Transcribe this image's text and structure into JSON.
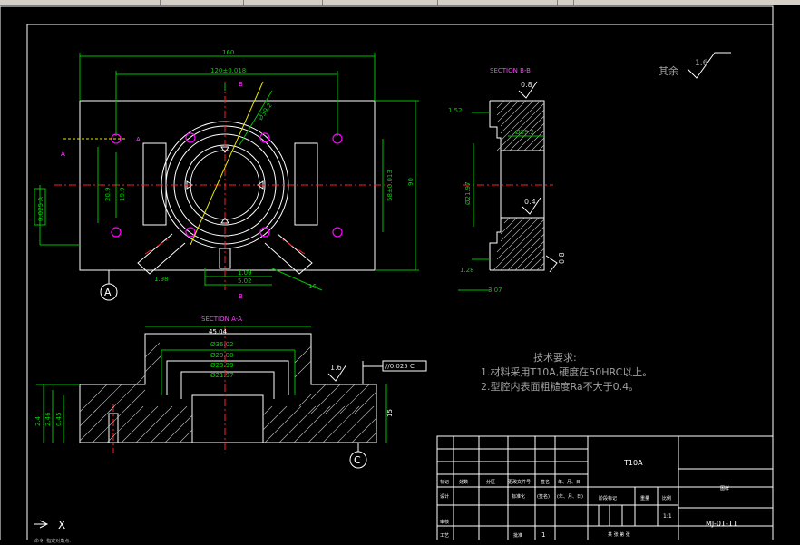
{
  "drawing": {
    "plan_dims": {
      "overall_width": "160",
      "hole_spacing": "120±0.018",
      "overall_height": "90",
      "hole_vertical": "58±0.013",
      "left_dim_1": "20.9",
      "left_dim_2": "19.9",
      "diameter_top": "Ø39.2",
      "bottom_dim_1": "1.09",
      "bottom_dim_2": "5.02",
      "bottom_right": "16",
      "bottom_left": "1.98",
      "flatness": "0.025 A",
      "label_a_left": "A",
      "label_a_right": "A",
      "label_b_top": "B",
      "label_b_bottom": "B"
    },
    "circle_a_label": "A",
    "circle_c_label": "C",
    "section_bb": {
      "title": "SECTION B-B",
      "roughness_top": "0.8",
      "roughness_mid": "0.4",
      "roughness_right": "0.8",
      "dim_top": "1.52",
      "dim_mid": "Ø39.2",
      "dim_left": "Ø21.97",
      "dim_bottom": "1.28",
      "dim_base": "3.07"
    },
    "section_aa": {
      "title": "SECTION A-A",
      "dim_1": "45.04",
      "dim_2": "Ø36.02",
      "dim_3": "Ø29.00",
      "dim_4": "Ø29.99",
      "dim_5": "Ø21.97",
      "height": "15",
      "roughness": "1.6",
      "flatness": "//0.025 C",
      "left_1": "2.4",
      "left_2": "2.46",
      "left_3": "0.45"
    },
    "rest_roughness": {
      "label": "其余",
      "value": "1.6"
    },
    "notes": {
      "title": "技术要求:",
      "line1": "1.材料采用T10A,硬度在50HRC以上。",
      "line2": "2.型腔内表面粗糙度Ra不大于0.4。"
    },
    "title_block": {
      "material": "T10A",
      "scale": "1:1",
      "drawing_no": "MJ-01-11",
      "qty": "1",
      "col_headers": [
        "标记",
        "处数",
        "分区",
        "更改文件号",
        "签名",
        "年、月、日"
      ],
      "design": "设计",
      "standardize": "标准化",
      "check": "审核",
      "process": "工艺",
      "approve": "批准",
      "stage_mark": "阶段标记",
      "weight": "重量",
      "ratio": "比例",
      "sheet": "共  张  第  张",
      "signature": "(签名)",
      "date": "(年、月、日)",
      "org": "图样"
    },
    "cmd": {
      "x_label": "X",
      "bottom_text": "命令:   指定对角点:"
    }
  }
}
